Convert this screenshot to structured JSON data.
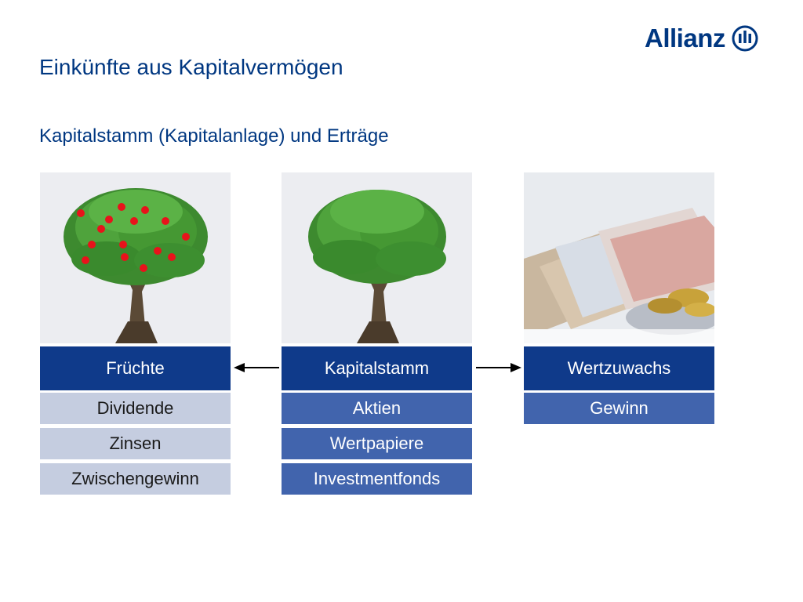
{
  "brand": {
    "name": "Allianz",
    "color": "#003781",
    "mark_icon": "allianz-eagle-icon"
  },
  "title": "Einkünfte aus Kapitalvermögen",
  "subtitle": "Kapitalstamm (Kapitalanlage) und Erträge",
  "columns": [
    {
      "image": "fruit-tree-icon",
      "header": "Früchte",
      "items": [
        "Dividende",
        "Zinsen",
        "Zwischengewinn"
      ],
      "item_style": "light"
    },
    {
      "image": "tree-icon",
      "header": "Kapitalstamm",
      "items": [
        "Aktien",
        "Wertpapiere",
        "Investmentfonds"
      ],
      "item_style": "mid"
    },
    {
      "image": "euro-banknotes-coins-icon",
      "header": "Wertzuwachs",
      "items": [
        "Gewinn"
      ],
      "item_style": "mid"
    }
  ],
  "arrows": [
    {
      "from": "Kapitalstamm",
      "to": "Früchte",
      "icon": "arrow-left-icon"
    },
    {
      "from": "Kapitalstamm",
      "to": "Wertzuwachs",
      "icon": "arrow-right-icon"
    }
  ],
  "colors": {
    "header_bg": "#0f3a8a",
    "item_mid_bg": "#4164ad",
    "item_light_bg": "#c5cde0",
    "image_bg": "#ecedf1"
  }
}
